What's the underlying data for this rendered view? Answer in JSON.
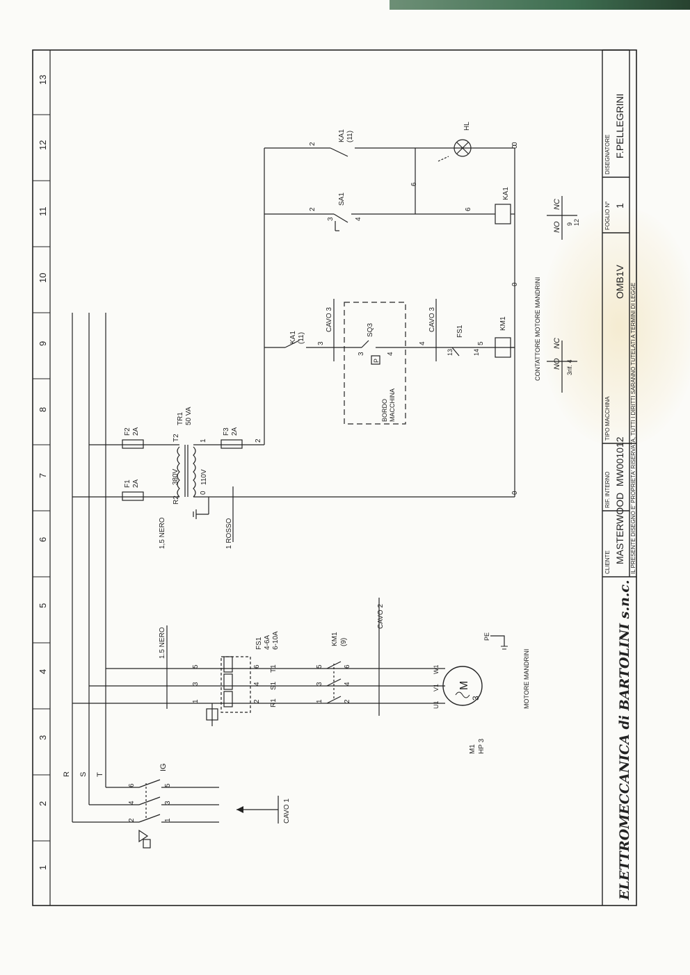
{
  "sheet": {
    "grid_numbers": [
      "1",
      "2",
      "3",
      "4",
      "5",
      "6",
      "7",
      "8",
      "9",
      "10",
      "11",
      "12",
      "13"
    ]
  },
  "power": {
    "phases": [
      "R",
      "S",
      "T"
    ],
    "main_switch": "IG",
    "switch_terms_top": [
      "2",
      "4",
      "6"
    ],
    "switch_terms_bottom": [
      "1",
      "3",
      "5"
    ],
    "feed_cable": "CAVO 1"
  },
  "motor_circuit": {
    "fs1_label": "FS1",
    "fs1_range": "4-6A",
    "fs1_range2": "6-10A",
    "fs1_terms_in": [
      "1",
      "3",
      "5"
    ],
    "fs1_terms_out": [
      "2",
      "4",
      "6"
    ],
    "fs1_outputs": [
      "R1",
      "S1",
      "T1"
    ],
    "km1_label": "KM1",
    "km1_ref": "(9)",
    "km1_terms_in": [
      "1",
      "3",
      "5"
    ],
    "km1_terms_out": [
      "2",
      "4",
      "6"
    ],
    "cable2": "CAVO 2",
    "wire_nero": "1.5 NERO",
    "motor_terminals": [
      "U1",
      "V1",
      "W1"
    ],
    "motor_symbol": "M",
    "motor_phases": "3",
    "motor_ground": "PE",
    "motor_id": "M1",
    "motor_power": "HP 3",
    "motor_name": "MOTORE MANDRINI"
  },
  "transformer": {
    "f1": "F1",
    "f1_rating": "2A",
    "f2": "F2",
    "f2_rating": "2A",
    "f3": "F3",
    "f3_rating": "2A",
    "wire_nero": "1,5 NERO",
    "wire_rosso": "1 ROSSO",
    "tr1": "TR1",
    "tr1_va": "50 VA",
    "primary_v": "380V",
    "secondary_v": "110V",
    "r2": "R2",
    "t2": "T2",
    "sec_0": "0",
    "sec_1": "1",
    "out_2": "2",
    "out_0": "0"
  },
  "control": {
    "ka1_a": "KA1",
    "ka1_a_ref": "(11)",
    "cavo3_a": "CAVO 3",
    "cavo3_b": "CAVO 3",
    "sq3": "SQ3",
    "bordo": "BORDO",
    "macchina": "MACCHINA",
    "p_symbol": "P",
    "fs1": "FS1",
    "km1": "KM1",
    "n3a": "3",
    "n3b": "3",
    "n4a": "4",
    "n4b": "4",
    "n5": "5",
    "n13": "13",
    "n14": "14",
    "n0a": "0",
    "n0b": "0",
    "sa1": "SA1",
    "sa1_2": "2",
    "sa1_3": "3",
    "sa1_4": "4",
    "ka1_coil": "KA1",
    "ka1_coil_6": "6",
    "ka1_b": "KA1",
    "ka1_b_ref": "(11)",
    "ka1_b_2": "2",
    "node_6": "6",
    "hl": "HL",
    "hl_0": "0",
    "contattore_title": "CONTATTORE MOTORE MANDRINI",
    "table1_no": "NO",
    "table1_nc": "NC",
    "table1_val": "3rif. 4",
    "table2_no": "NO",
    "table2_nc": "NC",
    "table2_v1": "9",
    "table2_v2": "12"
  },
  "title_block": {
    "company": "ELETTROMECCANICA di BARTOLINI s.n.c.",
    "cliente_label": "CLIENTE",
    "cliente": "MASTERWOOD",
    "rif_label": "RIF. INTERNO",
    "rif": "MW001012",
    "tipo_label": "TIPO MACCHINA",
    "tipo": "OMB1V",
    "foglio_label": "FOGLIO N°",
    "foglio": "1",
    "designer_label": "DISEGNATORE",
    "designer": "F.PELLEGRINI",
    "notice": "IL PRESENTE DISEGNO E' PROPRIETA' RISERVATA, TUTTI I DIRITTI SARANNO TUTELATI A TERMINI DI LEGGE"
  }
}
